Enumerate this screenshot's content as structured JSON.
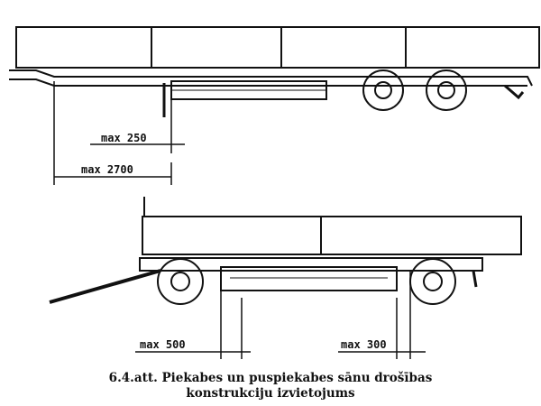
{
  "figure": {
    "top_trailer": {
      "dim_leg_offset": "max 250",
      "dim_front_overhang": "max 2700"
    },
    "bottom_trailer": {
      "dim_front_gap": "max 500",
      "dim_rear_gap": "max 300"
    },
    "caption": {
      "line1": "6.4.att. Piekabes un puspiekabes sānu drošības",
      "line2": "konstrukciju izvietojums"
    }
  }
}
